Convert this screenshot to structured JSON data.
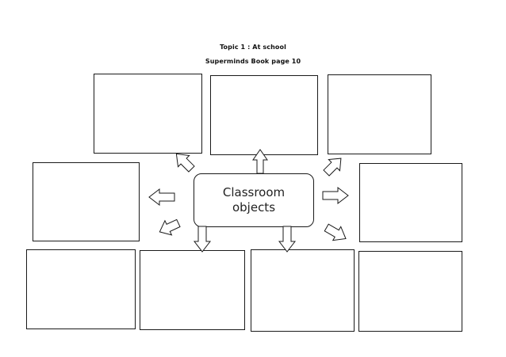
{
  "worksheet": {
    "topic_title": "Topic 1 : At school",
    "book_reference": "Superminds Book page 10",
    "center_label_line1": "Classroom",
    "center_label_line2": "objects"
  },
  "colors": {
    "ink": "#1a1a1a",
    "paper": "#ffffff"
  },
  "answer_boxes": [
    {
      "id": "top-left",
      "content": ""
    },
    {
      "id": "top-middle",
      "content": ""
    },
    {
      "id": "top-right",
      "content": ""
    },
    {
      "id": "middle-left",
      "content": ""
    },
    {
      "id": "middle-right",
      "content": ""
    },
    {
      "id": "bottom-1",
      "content": ""
    },
    {
      "id": "bottom-2",
      "content": ""
    },
    {
      "id": "bottom-3",
      "content": ""
    },
    {
      "id": "bottom-4",
      "content": ""
    }
  ],
  "arrow_icons": [
    "arrow-up-left-icon",
    "arrow-up-icon",
    "arrow-up-right-icon",
    "arrow-left-icon",
    "arrow-right-icon",
    "arrow-down-left-icon",
    "arrow-down-icon",
    "arrow-down-icon",
    "arrow-down-right-icon"
  ]
}
